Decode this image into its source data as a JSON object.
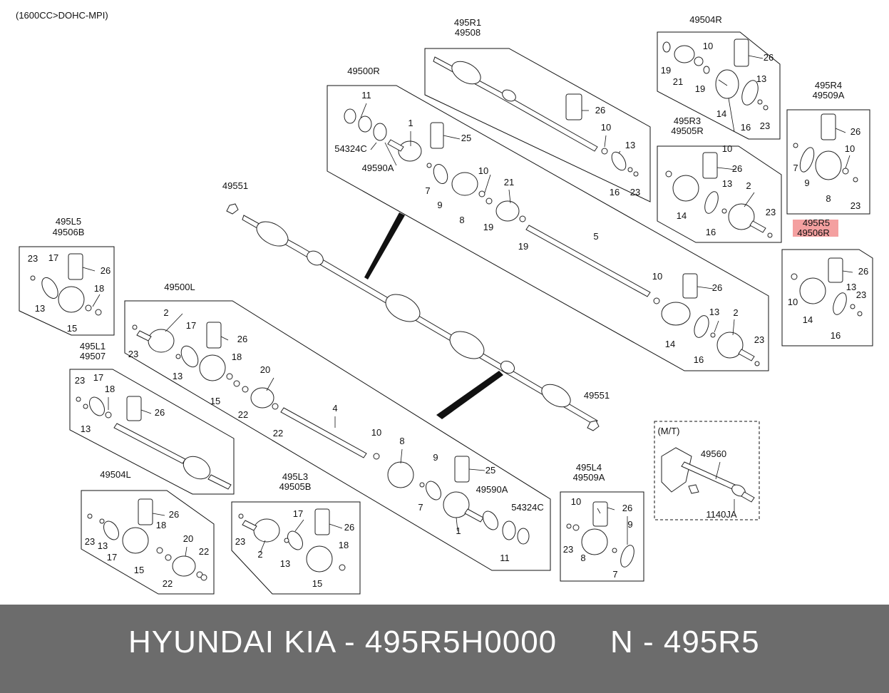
{
  "engine_note": "(1600CC>DOHC-MPI)",
  "highlight_color": "#f4a0a0",
  "labels": [
    {
      "t": "495R1"
    },
    {
      "t": "49508"
    },
    {
      "t": "49504R"
    },
    {
      "t": "49500R"
    },
    {
      "t": "11"
    },
    {
      "t": "1"
    },
    {
      "t": "25"
    },
    {
      "t": "54324C"
    },
    {
      "t": "49590A"
    },
    {
      "t": "7"
    },
    {
      "t": "9"
    },
    {
      "t": "10"
    },
    {
      "t": "8"
    },
    {
      "t": "19"
    },
    {
      "t": "21"
    },
    {
      "t": "19"
    },
    {
      "t": "5"
    },
    {
      "t": "26"
    },
    {
      "t": "10"
    },
    {
      "t": "16"
    },
    {
      "t": "13"
    },
    {
      "t": "23"
    },
    {
      "t": "26"
    },
    {
      "t": "10"
    },
    {
      "t": "19"
    },
    {
      "t": "21"
    },
    {
      "t": "19"
    },
    {
      "t": "14"
    },
    {
      "t": "13"
    },
    {
      "t": "16"
    },
    {
      "t": "23"
    },
    {
      "t": "495R4"
    },
    {
      "t": "49509A"
    },
    {
      "t": "26"
    },
    {
      "t": "7"
    },
    {
      "t": "10"
    },
    {
      "t": "9"
    },
    {
      "t": "8"
    },
    {
      "t": "23"
    },
    {
      "t": "495R3"
    },
    {
      "t": "49505R"
    },
    {
      "t": "26"
    },
    {
      "t": "10"
    },
    {
      "t": "14"
    },
    {
      "t": "13"
    },
    {
      "t": "16"
    },
    {
      "t": "2"
    },
    {
      "t": "23"
    },
    {
      "t": "495R5"
    },
    {
      "t": "49506R"
    },
    {
      "t": "26"
    },
    {
      "t": "10"
    },
    {
      "t": "13"
    },
    {
      "t": "23"
    },
    {
      "t": "14"
    },
    {
      "t": "16"
    },
    {
      "t": "10"
    },
    {
      "t": "26"
    },
    {
      "t": "13"
    },
    {
      "t": "2"
    },
    {
      "t": "14"
    },
    {
      "t": "16"
    },
    {
      "t": "23"
    },
    {
      "t": "49551"
    },
    {
      "t": "495L5"
    },
    {
      "t": "49506B"
    },
    {
      "t": "23"
    },
    {
      "t": "17"
    },
    {
      "t": "26"
    },
    {
      "t": "18"
    },
    {
      "t": "13"
    },
    {
      "t": "15"
    },
    {
      "t": "49500L"
    },
    {
      "t": "2"
    },
    {
      "t": "17"
    },
    {
      "t": "26"
    },
    {
      "t": "23"
    },
    {
      "t": "18"
    },
    {
      "t": "13"
    },
    {
      "t": "15"
    },
    {
      "t": "20"
    },
    {
      "t": "22"
    },
    {
      "t": "22"
    },
    {
      "t": "4"
    },
    {
      "t": "10"
    },
    {
      "t": "8"
    },
    {
      "t": "9"
    },
    {
      "t": "25"
    },
    {
      "t": "7"
    },
    {
      "t": "49590A"
    },
    {
      "t": "54324C"
    },
    {
      "t": "1"
    },
    {
      "t": "11"
    },
    {
      "t": "495L1"
    },
    {
      "t": "49507"
    },
    {
      "t": "23"
    },
    {
      "t": "17"
    },
    {
      "t": "18"
    },
    {
      "t": "26"
    },
    {
      "t": "13"
    },
    {
      "t": "49551"
    },
    {
      "t": "(M/T)"
    },
    {
      "t": "49560"
    },
    {
      "t": "1140JA"
    },
    {
      "t": "495L4"
    },
    {
      "t": "49509A"
    },
    {
      "t": "10"
    },
    {
      "t": "26"
    },
    {
      "t": "9"
    },
    {
      "t": "23"
    },
    {
      "t": "8"
    },
    {
      "t": "7"
    },
    {
      "t": "49504L"
    },
    {
      "t": "26"
    },
    {
      "t": "18"
    },
    {
      "t": "23"
    },
    {
      "t": "13"
    },
    {
      "t": "17"
    },
    {
      "t": "20"
    },
    {
      "t": "22"
    },
    {
      "t": "15"
    },
    {
      "t": "22"
    },
    {
      "t": "495L3"
    },
    {
      "t": "49505B"
    },
    {
      "t": "17"
    },
    {
      "t": "26"
    },
    {
      "t": "23"
    },
    {
      "t": "2"
    },
    {
      "t": "18"
    },
    {
      "t": "13"
    },
    {
      "t": "15"
    }
  ],
  "footer": {
    "part_title": "HYUNDAI KIA - 495R5H0000",
    "part_ref": "N - 495R5"
  }
}
